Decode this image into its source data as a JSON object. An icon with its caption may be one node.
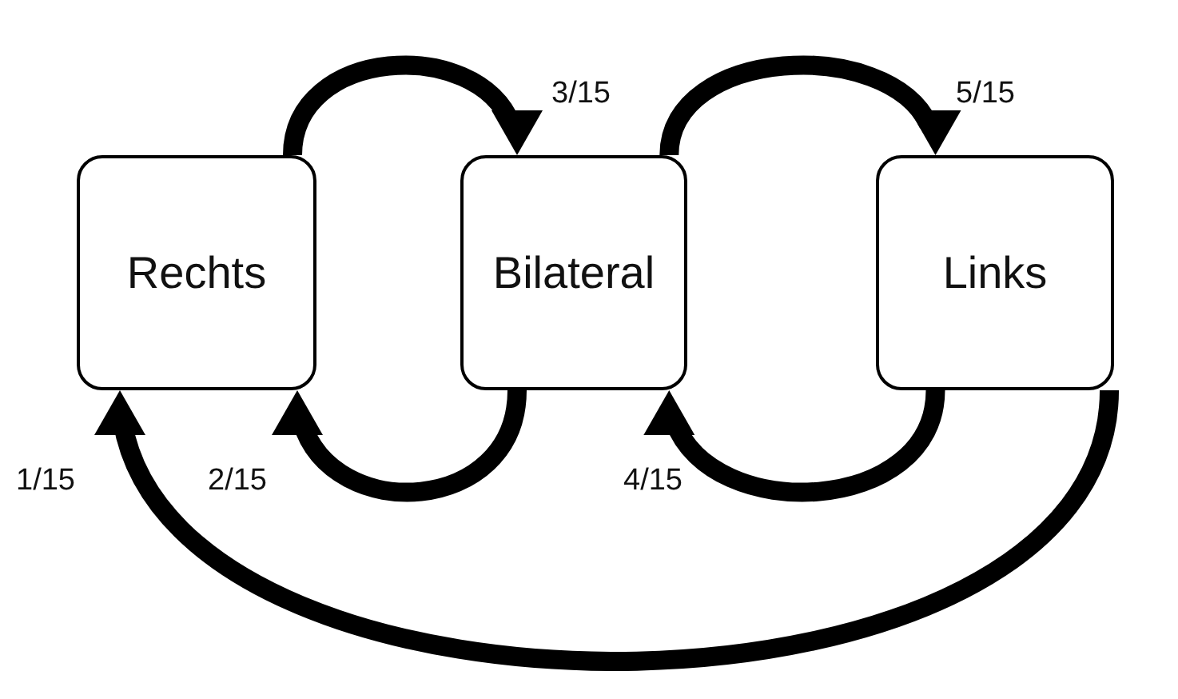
{
  "diagram": {
    "nodes": [
      {
        "text": [
          "Rechts"
        ]
      },
      {
        "text": [
          "Bilateral"
        ]
      },
      {
        "text": [
          "Links"
        ]
      }
    ],
    "edges": [
      {
        "from": 0,
        "to": 1,
        "arrow": "to",
        "label": "3/15"
      },
      {
        "from": 1,
        "to": 0,
        "arrow": "to",
        "label": "2/15"
      },
      {
        "from": 1,
        "to": 2,
        "arrow": "to",
        "label": "5/15"
      },
      {
        "from": 2,
        "to": 1,
        "arrow": "to",
        "label": "4/15"
      },
      {
        "from": 2,
        "to": 0,
        "arrow": "to",
        "label": "1/15"
      }
    ]
  }
}
